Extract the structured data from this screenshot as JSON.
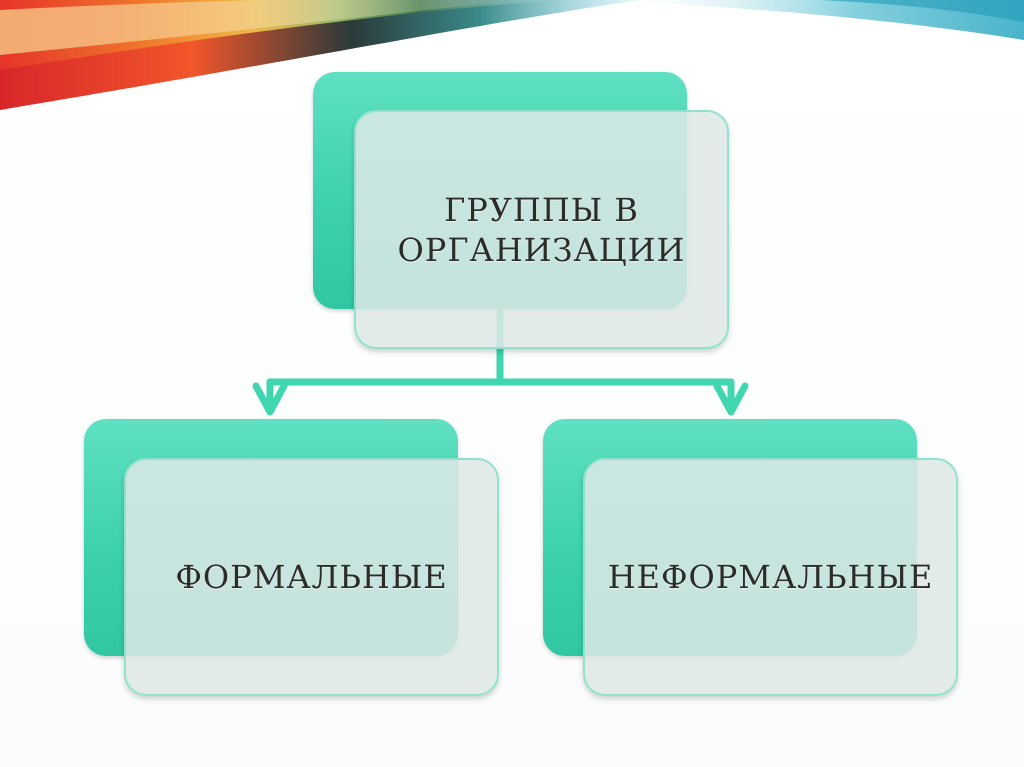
{
  "diagram": {
    "root": {
      "label": "ГРУППЫ В\nОРГАНИЗАЦИИ"
    },
    "children": [
      {
        "label": "ФОРМАЛЬНЫЕ"
      },
      {
        "label": "НЕФОРМАЛЬНЫЕ"
      }
    ]
  },
  "colors": {
    "accent_teal": "#3dd2ad",
    "connector": "#3fd6b0",
    "box_front_fill": "#dee8e6",
    "label_text": "#2b2b2b"
  }
}
